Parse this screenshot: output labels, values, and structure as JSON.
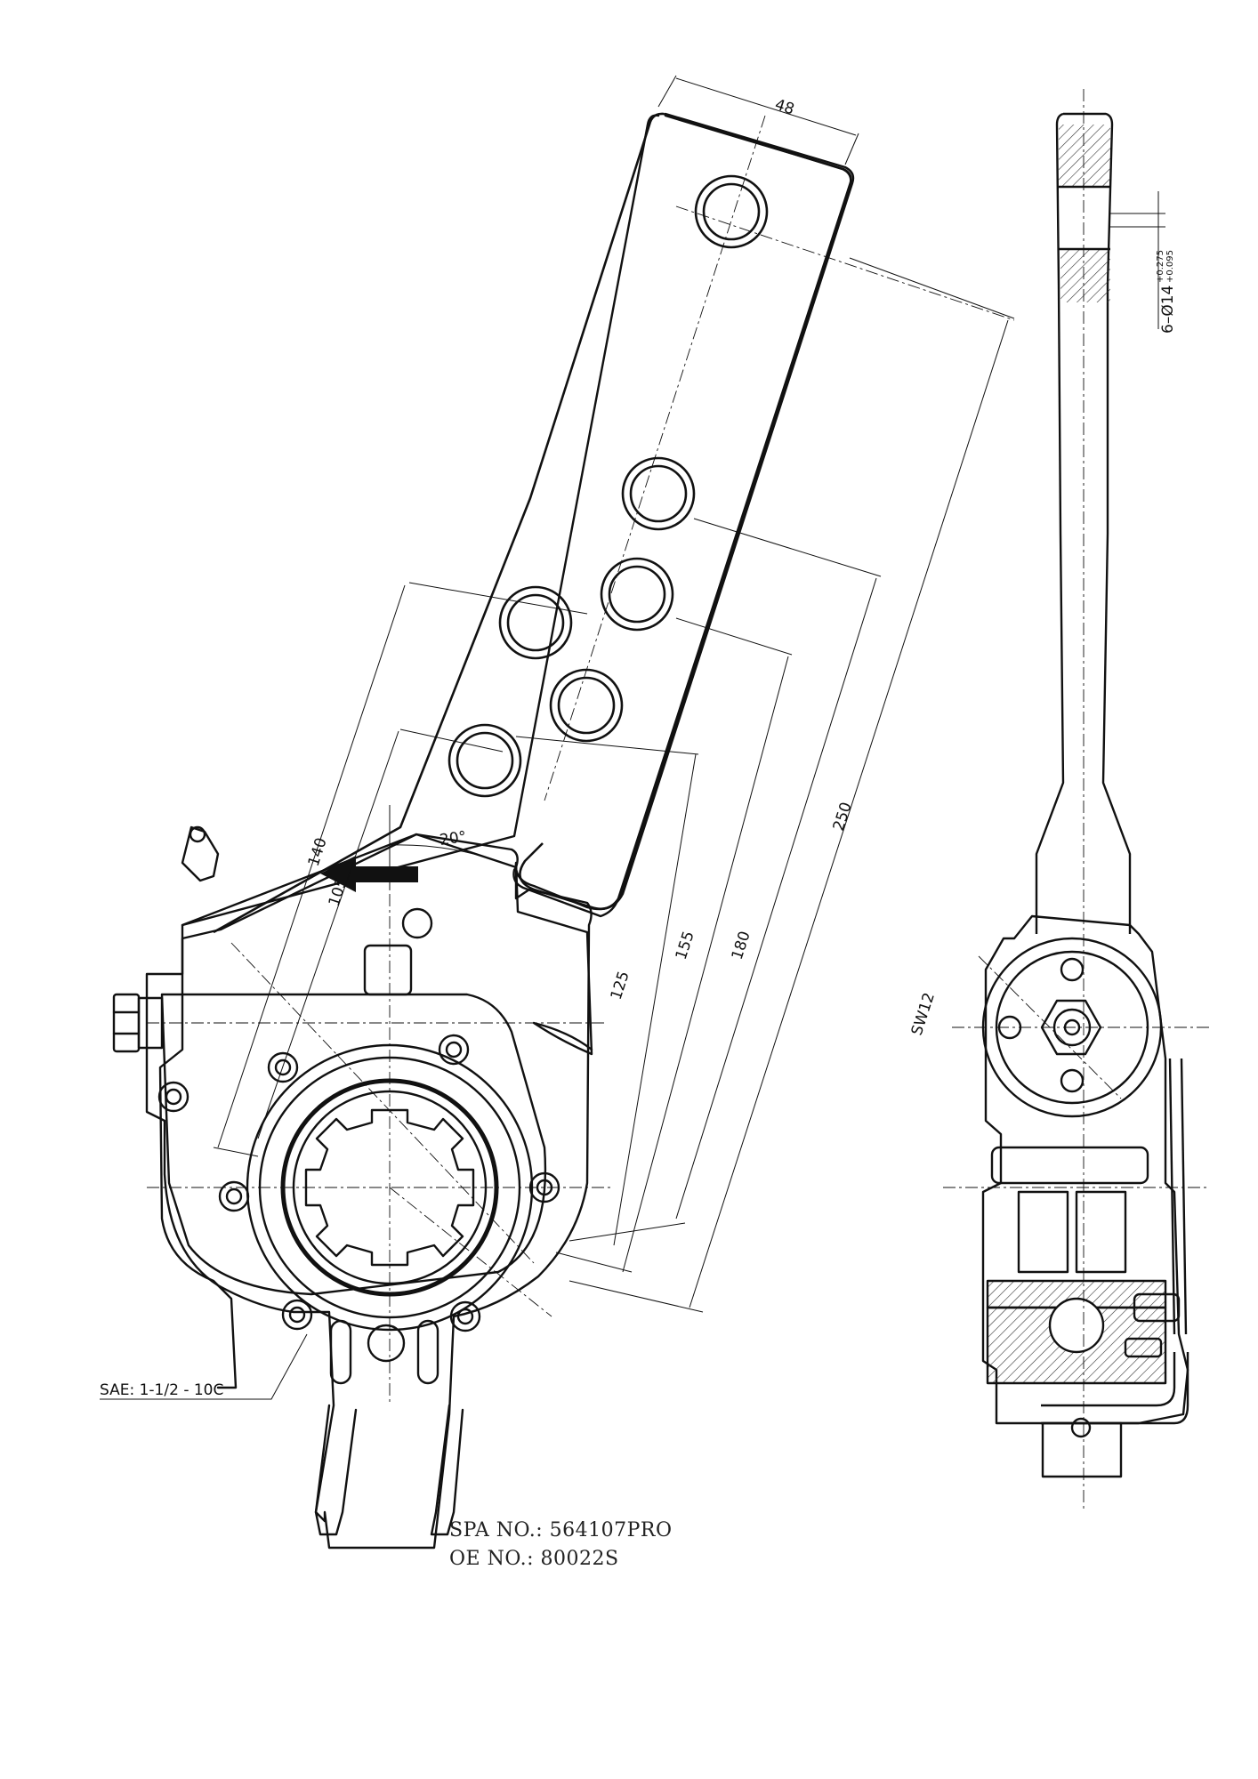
{
  "dimensions": {
    "width_top": "48",
    "hole_spacing": "250",
    "hole_180": "180",
    "hole_155": "155",
    "hole_125": "125",
    "hole_140": "140",
    "hole_105": "105",
    "angle": "20°",
    "hole_spec": "6–Ø14",
    "tol_upper": "+0.275",
    "tol_lower": "+0.095",
    "wrench": "SW12"
  },
  "spline_spec": "SAE: 1-1/2 - 10C",
  "part_numbers": {
    "spa_label": "SPA NO.: ",
    "spa_value": "564107PRO",
    "oe_label": "OE NO.: ",
    "oe_value": "80022S"
  },
  "colors": {
    "line": "#111111",
    "hatch": "#333333",
    "background": "#ffffff"
  }
}
